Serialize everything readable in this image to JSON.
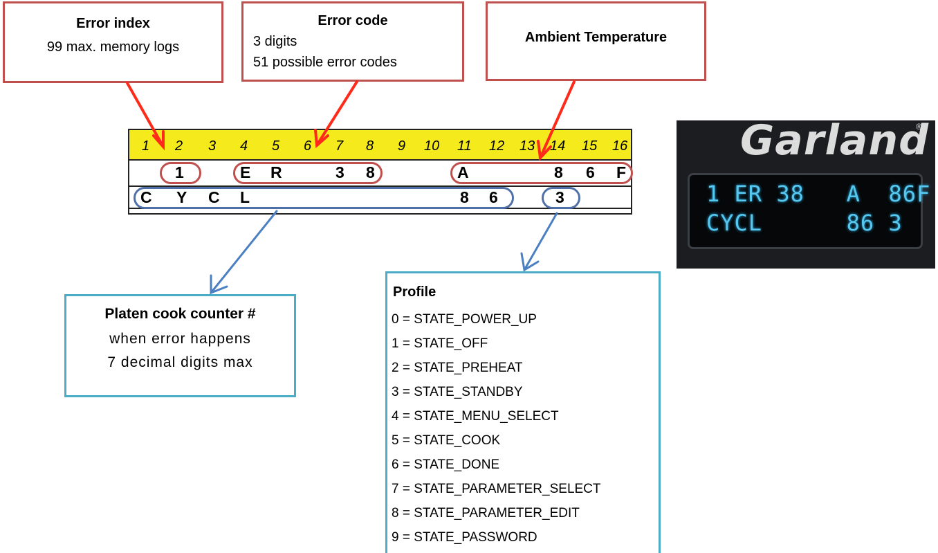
{
  "error_index": {
    "title": "Error index",
    "desc": "99 max. memory logs"
  },
  "error_code": {
    "title": "Error code",
    "line1": "3 digits",
    "line2": "51 possible error codes"
  },
  "ambient": {
    "title": "Ambient Temperature"
  },
  "lcd": {
    "positions": [
      "1",
      "2",
      "3",
      "4",
      "5",
      "6",
      "7",
      "8",
      "9",
      "10",
      "11",
      "12",
      "13",
      "14",
      "15",
      "16"
    ],
    "row1": [
      "1",
      "E",
      "R",
      "3",
      "8",
      "A",
      "8",
      "6",
      "F"
    ],
    "row2": [
      "C",
      "Y",
      "C",
      "L",
      "8",
      "6",
      "3"
    ]
  },
  "photo": {
    "brand": "Garland",
    "registered": "®",
    "line1": "1 ER 38   A  86F",
    "line2": "CYCL      86 3"
  },
  "platen": {
    "title": "Platen cook counter #",
    "line1": "when error happens",
    "line2": "7 decimal digits max"
  },
  "profile": {
    "title": "Profile",
    "items": [
      "0 = STATE_POWER_UP",
      "1 = STATE_OFF",
      "2 = STATE_PREHEAT",
      "3 = STATE_STANDBY",
      "4 = STATE_MENU_SELECT",
      "5 = STATE_COOK",
      "6 = STATE_DONE",
      "7 = STATE_PARAMETER_SELECT",
      "8 = STATE_PARAMETER_EDIT",
      "9 = STATE_PASSWORD"
    ]
  },
  "colors": {
    "red": "#c0504d",
    "teal": "#4bacc6",
    "blue": "#4f6fa8",
    "arrow_red": "#ff2a1a",
    "arrow_blue": "#4a7fc1",
    "yellow": "#f5eb1c"
  }
}
